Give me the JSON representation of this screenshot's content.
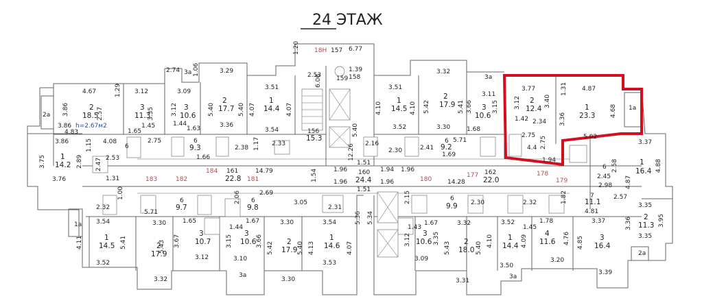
{
  "title": "24 ЭТАЖ",
  "highlight_color": "#d10f1f",
  "room_labels": [
    {
      "name": "lbl-2a-left",
      "t": "2a"
    },
    {
      "name": "lbl-3a-top",
      "t": "3a"
    },
    {
      "name": "lbl-2-74",
      "t": "2.74"
    },
    {
      "name": "lbl-1-06",
      "t": "1.06"
    },
    {
      "name": "lbl-1-20",
      "t": "1.20"
    },
    {
      "name": "lbl-18n",
      "t": "18Н"
    },
    {
      "name": "lbl-157",
      "t": "157"
    },
    {
      "name": "lbl-6-77",
      "t": "6.77"
    },
    {
      "name": "lbl-3-29",
      "t": "3.29"
    },
    {
      "name": "lbl-2-53-stair",
      "t": "2.53"
    },
    {
      "name": "lbl-1-39",
      "t": "1.39"
    },
    {
      "name": "lbl-158",
      "t": "158"
    },
    {
      "name": "lbl-159",
      "t": "159"
    },
    {
      "name": "lbl-6-06",
      "t": "6.06"
    },
    {
      "name": "lbl-3-32-top",
      "t": "3.32"
    },
    {
      "name": "lbl-3a-right",
      "t": "3a"
    },
    {
      "name": "lbl-4-67",
      "t": "4.67"
    },
    {
      "name": "lbl-3-12-a",
      "t": "3.12"
    },
    {
      "name": "lbl-3-09",
      "t": "3.09"
    },
    {
      "name": "lbl-3-51-a",
      "t": "3.51"
    },
    {
      "name": "lbl-3-51-b",
      "t": "3.51"
    },
    {
      "name": "lbl-3-11",
      "t": "3.11"
    },
    {
      "name": "lbl-3-77",
      "t": "3.77"
    },
    {
      "name": "lbl-4-87",
      "t": "4.87"
    },
    {
      "name": "lbl-1-31",
      "t": "1.31"
    },
    {
      "name": "lbl-1-29",
      "t": "1.29"
    },
    {
      "name": "lbl-3-86-a",
      "t": "3.86"
    },
    {
      "name": "lbl-2-num",
      "t": "2"
    },
    {
      "name": "lbl-18-5",
      "t": "18.5"
    },
    {
      "name": "lbl-2-57",
      "t": "2.57"
    },
    {
      "name": "lbl-3-num-a",
      "t": "3"
    },
    {
      "name": "lbl-11-3-a",
      "t": "11.3"
    },
    {
      "name": "lbl-3-35-a",
      "t": "3.35"
    },
    {
      "name": "lbl-3-num-b",
      "t": "3"
    },
    {
      "name": "lbl-10-6-a",
      "t": "10.6"
    },
    {
      "name": "lbl-3-12-b",
      "t": "3.12"
    },
    {
      "name": "lbl-5-40-a",
      "t": "5.40"
    },
    {
      "name": "lbl-2-num-b",
      "t": "2"
    },
    {
      "name": "lbl-17-7",
      "t": "17.7"
    },
    {
      "name": "lbl-5-40-b",
      "t": "5.40"
    },
    {
      "name": "lbl-4-07-a",
      "t": "4.07"
    },
    {
      "name": "lbl-1-num-a",
      "t": "1"
    },
    {
      "name": "lbl-14-4-a",
      "t": "14.4"
    },
    {
      "name": "lbl-4-07-b",
      "t": "4.07"
    },
    {
      "name": "lbl-4-10-a",
      "t": "4.10"
    },
    {
      "name": "lbl-1-num-b",
      "t": "1"
    },
    {
      "name": "lbl-14-5-a",
      "t": "14.5"
    },
    {
      "name": "lbl-4-10-b",
      "t": "4.10"
    },
    {
      "name": "lbl-5-42-a",
      "t": "5.42"
    },
    {
      "name": "lbl-2-num-c",
      "t": "2"
    },
    {
      "name": "lbl-17-9-a",
      "t": "17.9"
    },
    {
      "name": "lbl-5-41-a",
      "t": "5.41"
    },
    {
      "name": "lbl-3-66",
      "t": "3.66"
    },
    {
      "name": "lbl-3-num-c",
      "t": "3"
    },
    {
      "name": "lbl-10-6-b",
      "t": "10.6"
    },
    {
      "name": "lbl-3-15",
      "t": "3.15"
    },
    {
      "name": "lbl-3-12-c",
      "t": "3.12"
    },
    {
      "name": "lbl-2-num-d",
      "t": "2"
    },
    {
      "name": "lbl-12-4",
      "t": "12.4"
    },
    {
      "name": "lbl-3-40",
      "t": "3.40"
    },
    {
      "name": "lbl-3-36-a",
      "t": "3.36"
    },
    {
      "name": "lbl-1-num-c",
      "t": "1"
    },
    {
      "name": "lbl-23-3",
      "t": "23.3"
    },
    {
      "name": "lbl-4-68",
      "t": "4.68"
    },
    {
      "name": "lbl-1a-right",
      "t": "1a"
    },
    {
      "name": "lbl-3-86-b",
      "t": "3.86"
    },
    {
      "name": "lbl-h",
      "t": "h=2.67м2"
    },
    {
      "name": "lbl-4-83",
      "t": "4.83"
    },
    {
      "name": "lbl-1-45-a",
      "t": "1.45"
    },
    {
      "name": "lbl-1-44-a",
      "t": "1.44"
    },
    {
      "name": "lbl-1-65-a",
      "t": "1.65"
    },
    {
      "name": "lbl-1-63-a",
      "t": "1.63"
    },
    {
      "name": "lbl-3-36-b",
      "t": "3.36"
    },
    {
      "name": "lbl-3-54-a",
      "t": "3.54"
    },
    {
      "name": "lbl-156",
      "t": "156"
    },
    {
      "name": "lbl-15-3",
      "t": "15.3"
    },
    {
      "name": "lbl-3-52",
      "t": "3.52"
    },
    {
      "name": "lbl-3-30-a",
      "t": "3.30"
    },
    {
      "name": "lbl-1-68",
      "t": "1.68"
    },
    {
      "name": "lbl-1-42",
      "t": "1.42"
    },
    {
      "name": "lbl-2-34",
      "t": "2.34"
    },
    {
      "name": "lbl-2-75-a",
      "t": "2.75"
    },
    {
      "name": "lbl-5-02",
      "t": "5.02"
    },
    {
      "name": "lbl-3-86-c",
      "t": "3.86"
    },
    {
      "name": "lbl-4-08",
      "t": "4.08"
    },
    {
      "name": "lbl-1-15",
      "t": "1.15"
    },
    {
      "name": "lbl-6-num-a",
      "t": "6"
    },
    {
      "name": "lbl-2-75-b",
      "t": "2.75"
    },
    {
      "name": "lbl-6-num-b",
      "t": "6"
    },
    {
      "name": "lbl-9-3",
      "t": "9.3"
    },
    {
      "name": "lbl-2-38",
      "t": "2.38"
    },
    {
      "name": "lbl-1-66-a",
      "t": "1.66"
    },
    {
      "name": "lbl-2-33",
      "t": "2.33"
    },
    {
      "name": "lbl-1-17",
      "t": "1.17"
    },
    {
      "name": "lbl-5-40-c",
      "t": "5.40"
    },
    {
      "name": "lbl-12-26",
      "t": "12.26"
    },
    {
      "name": "lbl-2-16",
      "t": "2.16"
    },
    {
      "name": "lbl-2-30",
      "t": "2.30"
    },
    {
      "name": "lbl-2-41",
      "t": "2.41"
    },
    {
      "name": "lbl-9-2",
      "t": "9.2"
    },
    {
      "name": "lbl-6-num-c",
      "t": "6"
    },
    {
      "name": "lbl-5-71-a",
      "t": "5.71"
    },
    {
      "name": "lbl-1-69",
      "t": "1.69"
    },
    {
      "name": "lbl-2-75-c",
      "t": "2.75"
    },
    {
      "name": "lbl-4-4",
      "t": "4.4"
    },
    {
      "name": "lbl-1-94-a",
      "t": "1.94"
    },
    {
      "name": "lbl-3-37-a",
      "t": "3.37"
    },
    {
      "name": "lbl-3-75",
      "t": "3.75"
    },
    {
      "name": "lbl-1-num-d",
      "t": "1"
    },
    {
      "name": "lbl-14-2",
      "t": "14.2"
    },
    {
      "name": "lbl-2-89",
      "t": "2.89"
    },
    {
      "name": "lbl-2-47",
      "t": "2.47"
    },
    {
      "name": "lbl-2-53-b",
      "t": "2.53"
    },
    {
      "name": "lbl-184",
      "t": "184"
    },
    {
      "name": "lbl-161",
      "t": "161"
    },
    {
      "name": "lbl-22-8",
      "t": "22.8"
    },
    {
      "name": "lbl-14-79",
      "t": "14.79"
    },
    {
      "name": "lbl-1-96-a",
      "t": "1.96"
    },
    {
      "name": "lbl-1-96-b",
      "t": "1.96"
    },
    {
      "name": "lbl-160",
      "t": "160"
    },
    {
      "name": "lbl-24-4",
      "t": "24.4"
    },
    {
      "name": "lbl-1-51-a",
      "t": "1.51"
    },
    {
      "name": "lbl-1-51-b",
      "t": "1.51"
    },
    {
      "name": "lbl-1-94-b",
      "t": "1.94"
    },
    {
      "name": "lbl-1-96-c",
      "t": "1.96"
    },
    {
      "name": "lbl-1-96-d",
      "t": "1.96"
    },
    {
      "name": "lbl-177",
      "t": "177"
    },
    {
      "name": "lbl-162",
      "t": "162"
    },
    {
      "name": "lbl-22-0",
      "t": "22.0"
    },
    {
      "name": "lbl-178",
      "t": "178"
    },
    {
      "name": "lbl-14-28",
      "t": "14.28"
    },
    {
      "name": "lbl-6-num-d",
      "t": "6"
    },
    {
      "name": "lbl-2-45",
      "t": "2.45"
    },
    {
      "name": "lbl-2-58",
      "t": "2.58"
    },
    {
      "name": "lbl-2-98",
      "t": "2.98"
    },
    {
      "name": "lbl-1-num-e",
      "t": "1"
    },
    {
      "name": "lbl-16-4-a",
      "t": "16.4"
    },
    {
      "name": "lbl-4-88",
      "t": "4.88"
    },
    {
      "name": "lbl-4-87-b",
      "t": "4.87"
    },
    {
      "name": "lbl-3-76",
      "t": "3.76"
    },
    {
      "name": "lbl-1-31-b",
      "t": "1.31"
    },
    {
      "name": "lbl-183",
      "t": "183"
    },
    {
      "name": "lbl-182",
      "t": "182"
    },
    {
      "name": "lbl-181",
      "t": "181"
    },
    {
      "name": "lbl-180",
      "t": "180"
    },
    {
      "name": "lbl-179",
      "t": "179"
    },
    {
      "name": "lbl-1-54",
      "t": "1.54"
    },
    {
      "name": "lbl-2-69",
      "t": "2.69"
    },
    {
      "name": "lbl-3-05",
      "t": "3.05"
    },
    {
      "name": "lbl-2-32-a",
      "t": "2.32"
    },
    {
      "name": "lbl-1-00",
      "t": "1.00"
    },
    {
      "name": "lbl-5-71-b",
      "t": "5.71"
    },
    {
      "name": "lbl-6-num-e",
      "t": "6"
    },
    {
      "name": "lbl-9-7",
      "t": "9.7"
    },
    {
      "name": "lbl-2-06",
      "t": "2.06"
    },
    {
      "name": "lbl-6-num-f",
      "t": "6"
    },
    {
      "name": "lbl-9-8",
      "t": "9.8"
    },
    {
      "name": "lbl-2-31",
      "t": "2.31"
    },
    {
      "name": "lbl-2-15",
      "t": "2.15"
    },
    {
      "name": "lbl-6-num-g",
      "t": "6"
    },
    {
      "name": "lbl-9-9",
      "t": "9.9"
    },
    {
      "name": "lbl-2-30-b",
      "t": "2.30"
    },
    {
      "name": "lbl-2-32-b",
      "t": "2.32"
    },
    {
      "name": "lbl-1-82",
      "t": "1.82"
    },
    {
      "name": "lbl-7-num",
      "t": "7"
    },
    {
      "name": "lbl-11-1",
      "t": "11.1"
    },
    {
      "name": "lbl-4-81",
      "t": "4.81"
    },
    {
      "name": "lbl-2-57-b",
      "t": "2.57"
    },
    {
      "name": "lbl-3-35-b",
      "t": "3.35"
    },
    {
      "name": "lbl-1a-left",
      "t": "1a"
    },
    {
      "name": "lbl-3-54-b",
      "t": "3.54"
    },
    {
      "name": "lbl-3-30-b",
      "t": "3.30"
    },
    {
      "name": "lbl-1-65-b",
      "t": "1.65"
    },
    {
      "name": "lbl-1-44-b",
      "t": "1.44"
    },
    {
      "name": "lbl-1-67-a",
      "t": "1.67"
    },
    {
      "name": "lbl-3-30-c",
      "t": "3.30"
    },
    {
      "name": "lbl-3-54-c",
      "t": "3.54"
    },
    {
      "name": "lbl-5-36",
      "t": "5.36"
    },
    {
      "name": "lbl-5-34",
      "t": "5.34"
    },
    {
      "name": "lbl-1-43",
      "t": "1.43"
    },
    {
      "name": "lbl-1-67-b",
      "t": "1.67"
    },
    {
      "name": "lbl-3-32-b",
      "t": "3.32"
    },
    {
      "name": "lbl-3-52-b",
      "t": "3.52"
    },
    {
      "name": "lbl-1-45-b",
      "t": "1.45"
    },
    {
      "name": "lbl-1-78",
      "t": "1.78"
    },
    {
      "name": "lbl-3-37-b",
      "t": "3.37"
    },
    {
      "name": "lbl-3-36-c",
      "t": "3.36"
    },
    {
      "name": "lbl-3-95",
      "t": "3.95"
    },
    {
      "name": "lbl-2-num-e",
      "t": "2"
    },
    {
      "name": "lbl-11-3-b",
      "t": "11.3"
    },
    {
      "name": "lbl-4-11-a",
      "t": "4.11"
    },
    {
      "name": "lbl-1-num-f",
      "t": "1"
    },
    {
      "name": "lbl-14-5-b",
      "t": "14.5"
    },
    {
      "name": "lbl-5-41-b",
      "t": "5.41"
    },
    {
      "name": "lbl-2-num-f",
      "t": "2"
    },
    {
      "name": "lbl-17-9-b",
      "t": "17.9"
    },
    {
      "name": "lbl-5-43-a",
      "t": "5.43"
    },
    {
      "name": "lbl-3-67",
      "t": "3.67"
    },
    {
      "name": "lbl-3-num-d",
      "t": "3"
    },
    {
      "name": "lbl-10-7",
      "t": "10.7"
    },
    {
      "name": "lbl-3-15-b",
      "t": "3.15"
    },
    {
      "name": "lbl-3-num-e",
      "t": "3"
    },
    {
      "name": "lbl-10-6-c",
      "t": "10.6"
    },
    {
      "name": "lbl-3-66-b",
      "t": "3.66"
    },
    {
      "name": "lbl-5-42-b",
      "t": "5.42"
    },
    {
      "name": "lbl-2-num-g",
      "t": "2"
    },
    {
      "name": "lbl-17-9-c",
      "t": "17.9"
    },
    {
      "name": "lbl-5-40-d",
      "t": "5.40"
    },
    {
      "name": "lbl-4-13",
      "t": "4.13"
    },
    {
      "name": "lbl-1-num-g",
      "t": "1"
    },
    {
      "name": "lbl-14-6",
      "t": "14.6"
    },
    {
      "name": "lbl-4-07-c",
      "t": "4.07"
    },
    {
      "name": "lbl-3-12-d",
      "t": "3.12"
    },
    {
      "name": "lbl-3-num-f",
      "t": "3"
    },
    {
      "name": "lbl-10-6-d",
      "t": "10.6"
    },
    {
      "name": "lbl-3-35-c",
      "t": "3.35"
    },
    {
      "name": "lbl-5-43-b",
      "t": "5.43"
    },
    {
      "name": "lbl-2-num-h",
      "t": "2"
    },
    {
      "name": "lbl-18-0",
      "t": "18.0"
    },
    {
      "name": "lbl-5-40-e",
      "t": "5.40"
    },
    {
      "name": "lbl-4-10-c",
      "t": "4.10"
    },
    {
      "name": "lbl-1-num-h",
      "t": "1"
    },
    {
      "name": "lbl-14-4-b",
      "t": "14.4"
    },
    {
      "name": "lbl-4-09",
      "t": "4.09"
    },
    {
      "name": "lbl-4-num",
      "t": "4"
    },
    {
      "name": "lbl-11-6",
      "t": "11.6"
    },
    {
      "name": "lbl-4-76",
      "t": "4.76"
    },
    {
      "name": "lbl-4-85",
      "t": "4.85"
    },
    {
      "name": "lbl-3-num-g",
      "t": "3"
    },
    {
      "name": "lbl-16-4-b",
      "t": "16.4"
    },
    {
      "name": "lbl-3-35-d",
      "t": "3.35"
    },
    {
      "name": "lbl-3-52-c",
      "t": "3.52"
    },
    {
      "name": "lbl-3-12-e",
      "t": "3.12"
    },
    {
      "name": "lbl-3-10",
      "t": "3.10"
    },
    {
      "name": "lbl-3-53",
      "t": "3.53"
    },
    {
      "name": "lbl-3-09-b",
      "t": "3.09"
    },
    {
      "name": "lbl-3-50",
      "t": "3.50"
    },
    {
      "name": "lbl-3-20",
      "t": "3.20"
    },
    {
      "name": "lbl-2a-right",
      "t": "2a"
    },
    {
      "name": "lbl-3-32-c",
      "t": "3.32"
    },
    {
      "name": "lbl-3a-bottom",
      "t": "3a"
    },
    {
      "name": "lbl-3-30-d",
      "t": "3.30"
    },
    {
      "name": "lbl-3-31",
      "t": "3.31"
    },
    {
      "name": "lbl-3a-bottom-r",
      "t": "3a"
    },
    {
      "name": "lbl-3-39",
      "t": "3.39"
    }
  ]
}
